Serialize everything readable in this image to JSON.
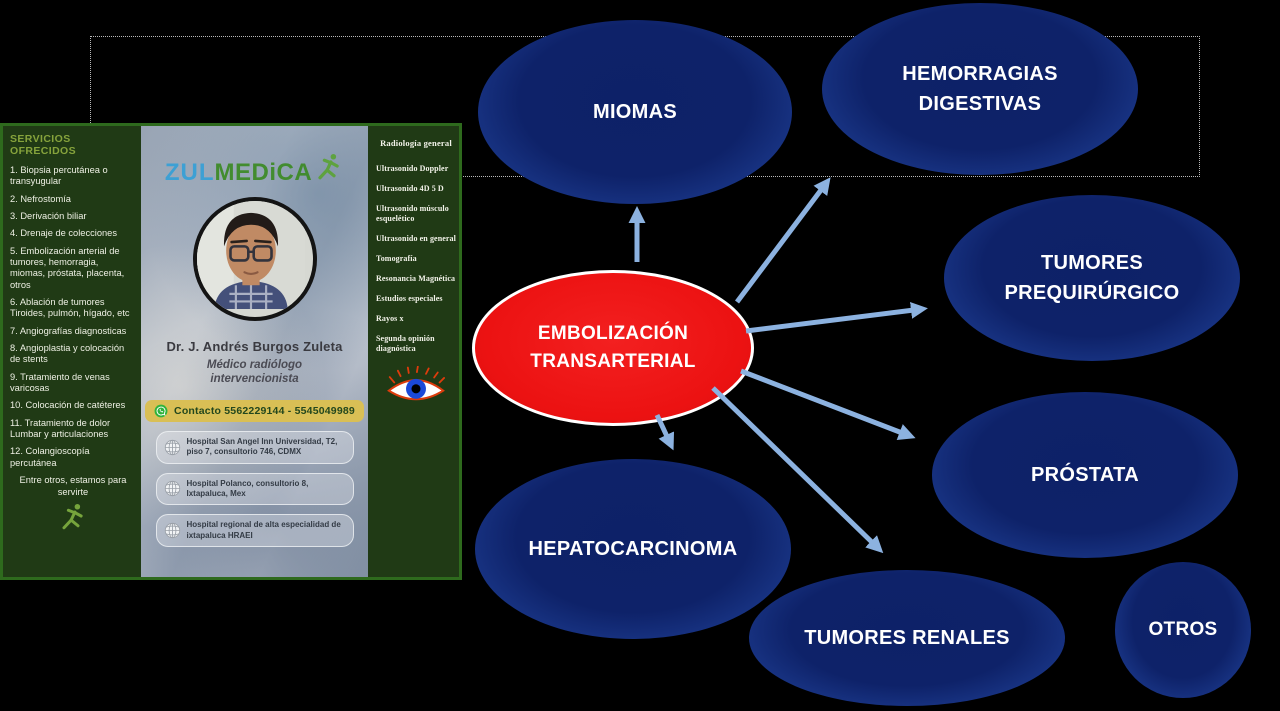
{
  "slide": {
    "center_node": "EMBOLIZACIÓN TRANSARTERIAL",
    "nodes": [
      {
        "id": "miomas",
        "label": "MIOMAS"
      },
      {
        "id": "hemorragias-digestivas",
        "label": "HEMORRAGIAS DIGESTIVAS"
      },
      {
        "id": "tumores-prequirurgico",
        "label": "TUMORES PREQUIRÚRGICO"
      },
      {
        "id": "prostata",
        "label": "PRÓSTATA"
      },
      {
        "id": "otros",
        "label": "OTROS"
      },
      {
        "id": "tumores-renales",
        "label": "TUMORES RENALES"
      },
      {
        "id": "hepatocarcinoma",
        "label": "HEPATOCARCINOMA"
      }
    ],
    "colors": {
      "background": "#000000",
      "node_fill": "#0d2168",
      "node_rim": "#2c55ab",
      "center_fill": "#ec1212",
      "arrow": "#8cb2e0",
      "dotted_border": "#b9b9b9"
    }
  },
  "flyer": {
    "services_title": "SERVICIOS OFRECIDOS",
    "services": [
      "1. Biopsia percutánea o transyugular",
      "2. Nefrostomía",
      "3. Derivación biliar",
      "4. Drenaje de colecciones",
      "5. Embolización arterial de tumores, hemorragia, miomas, próstata, placenta, otros",
      "6. Ablación de tumores Tiroides, pulmón, hígado, etc",
      "7. Angiografías diagnosticas",
      "8. Angioplastia y colocación de stents",
      "9. Tratamiento de venas varicosas",
      "10. Colocación de catéteres",
      "11. Tratamiento de dolor Lumbar y articulaciones",
      "12. Colangioscopía percutánea"
    ],
    "services_footer": "Entre otros, estamos para servirte",
    "logo_zul": "ZUL",
    "logo_medica": "MEDiCA",
    "doctor_name": "Dr. J. Andrés Burgos Zuleta",
    "doctor_title": "Médico radiólogo intervencionista",
    "contact": "Contacto 5562229144 - 5545049989",
    "hospitals": [
      "Hospital San Angel Inn Universidad, T2, piso 7, consultorio 746, CDMX",
      "Hospital Polanco, consultorio 8, Ixtapaluca, Mex",
      "Hospital regional de alta especialidad de ixtapaluca HRAEI"
    ],
    "radiology": [
      "Radiología general",
      "Ultrasonido Doppler",
      "Ultrasonido 4D 5 D",
      "Ultrasonido músculo esquelético",
      "Ultrasonido en general",
      "Tomografía",
      "Resonancia Magnética",
      "Estudios especiales",
      "Rayos x",
      "Segunda opinión diagnóstica"
    ],
    "icons": [
      "whatsapp-icon",
      "globe-icon",
      "runner-icon",
      "eye-icon"
    ]
  }
}
